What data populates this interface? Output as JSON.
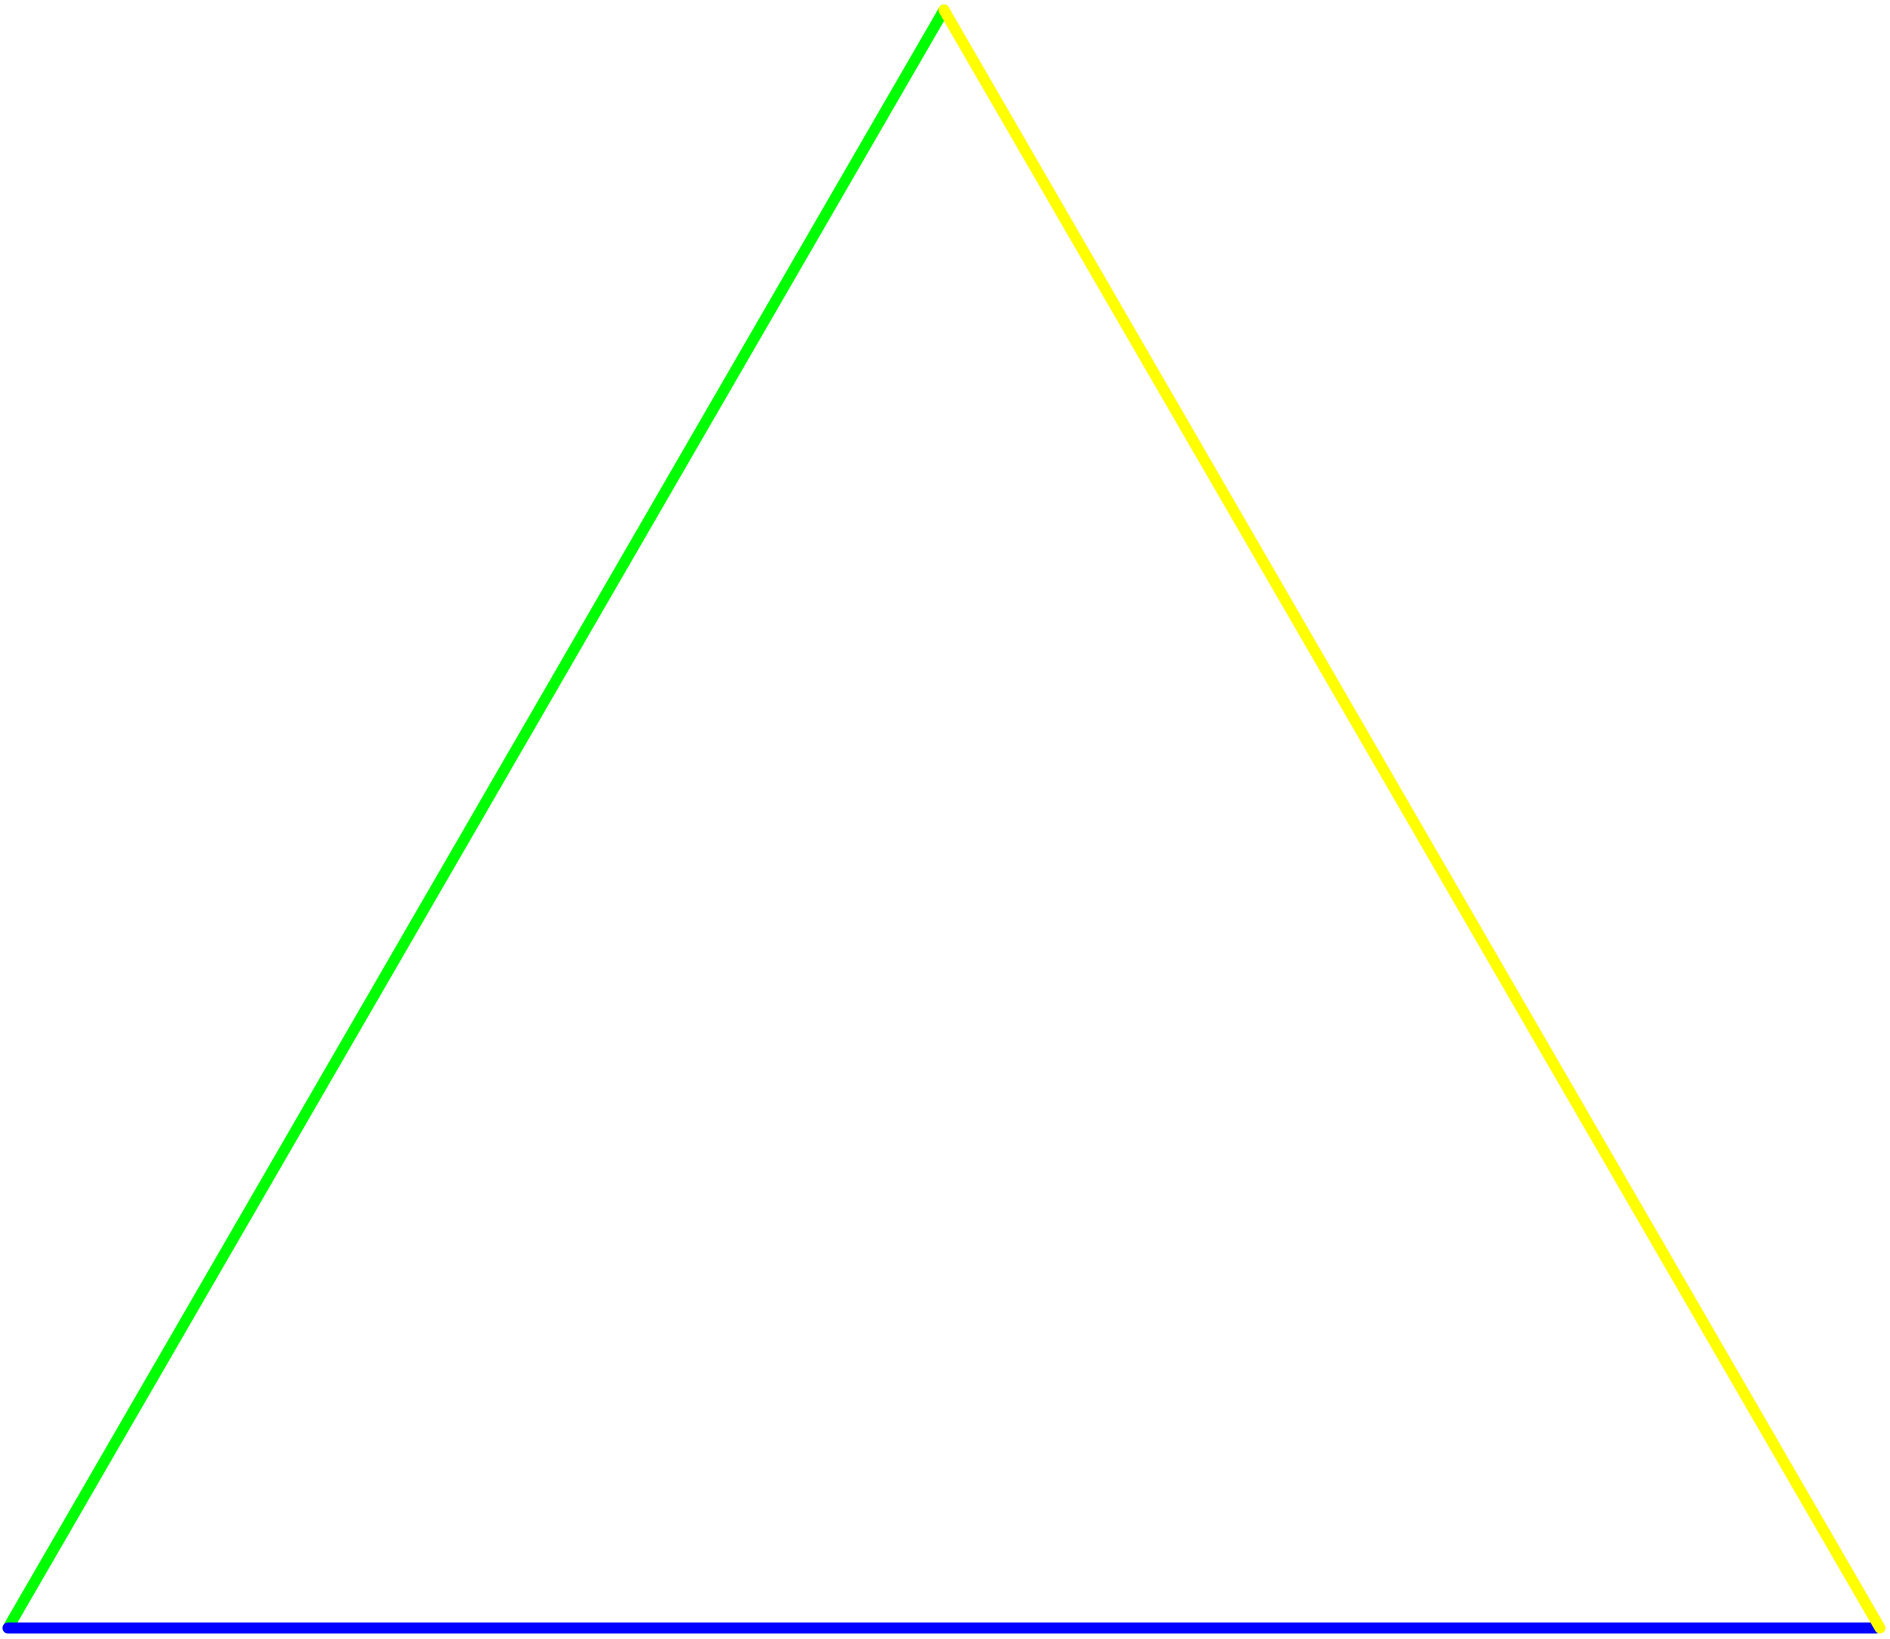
{
  "diagram": {
    "shape": "triangle",
    "background": "#ffffff",
    "edges": [
      {
        "name": "left-edge",
        "color": "#00ff00"
      },
      {
        "name": "right-edge",
        "color": "#ffff00"
      },
      {
        "name": "base-edge",
        "color": "#0000ff"
      }
    ]
  }
}
